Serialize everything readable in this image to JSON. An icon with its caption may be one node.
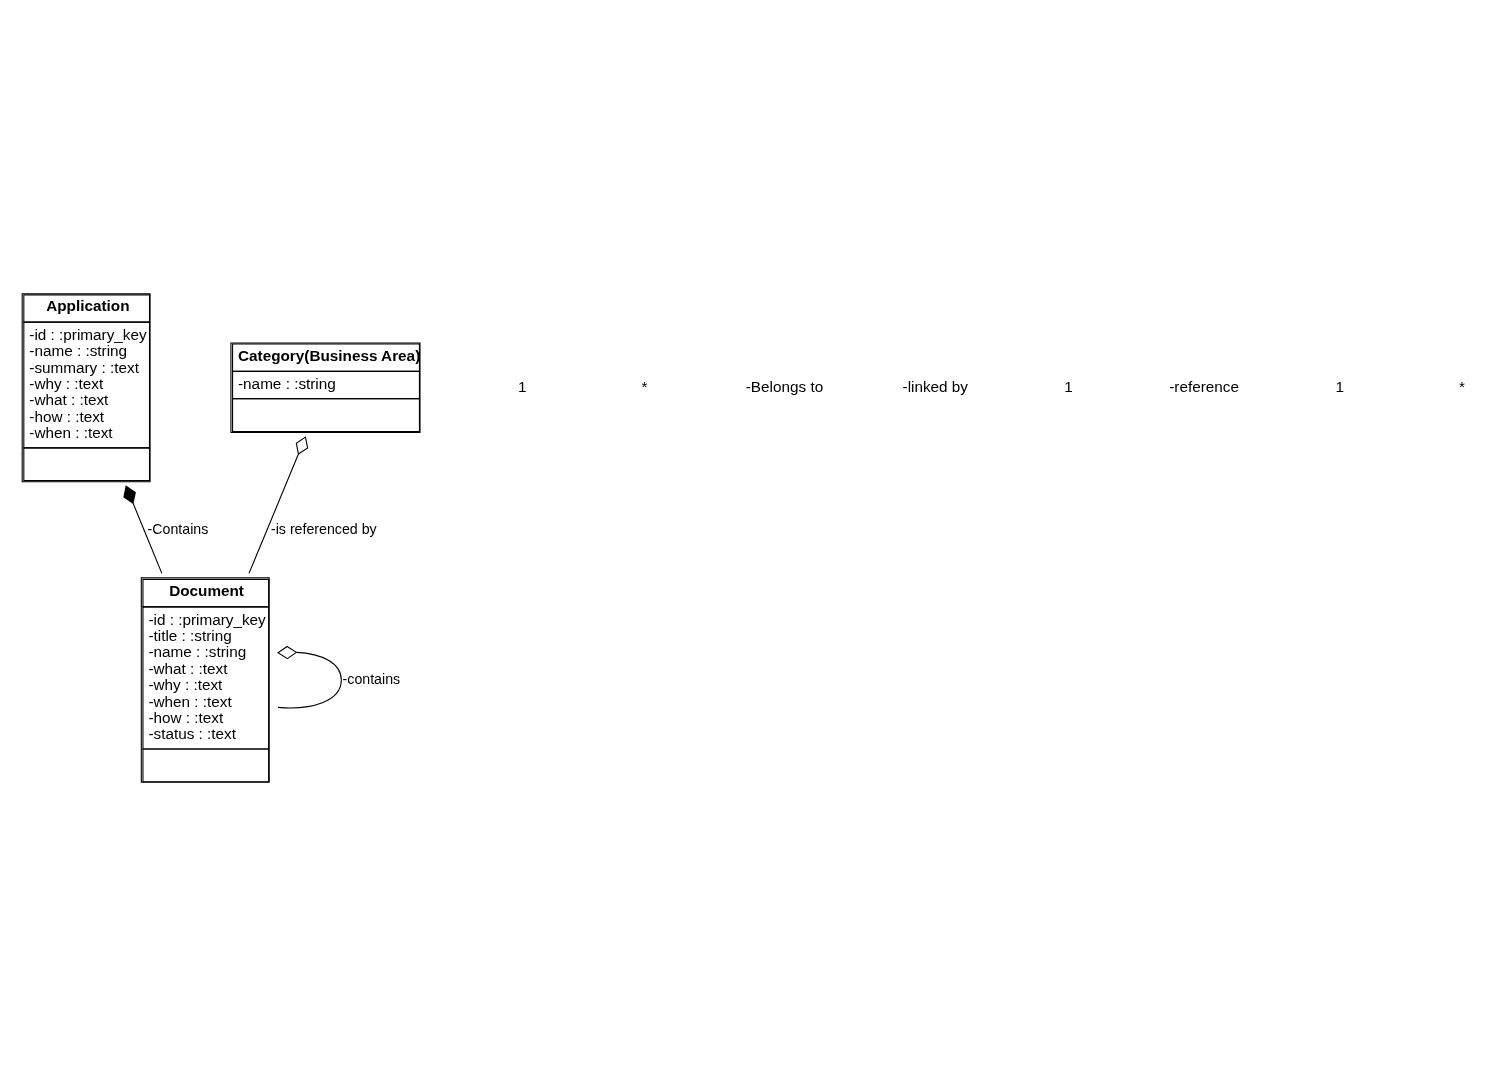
{
  "diagram": {
    "nodes": [
      {
        "text": [
          "Application",
          "-id : :primary_key",
          "-name : :string",
          "-summary : :text",
          "-why : :text",
          "-what : :text",
          "-how : :text",
          "-when : :text"
        ]
      },
      {
        "text": [
          "Document",
          "-id : :primary_key",
          "-title : :string",
          "-name : :string",
          "-what : :text",
          "-why : :text",
          "-when : :text",
          "-how : :text",
          "-status : :text"
        ]
      },
      {
        "text": [
          "Category(Business Area)",
          "-name : :string"
        ]
      }
    ],
    "edges": [
      {
        "from": 0,
        "to": 1,
        "arrow": "other",
        "label": "-Contains"
      },
      {
        "from": 1,
        "to": 1,
        "arrow": "other",
        "label": "-contains"
      },
      {
        "from": 2,
        "to": 1,
        "arrow": "other",
        "label": "-is referenced by"
      }
    ],
    "labels": [
      "1",
      "*",
      "-Belongs to",
      "-linked by",
      "1",
      "-reference",
      "1",
      "*"
    ]
  }
}
